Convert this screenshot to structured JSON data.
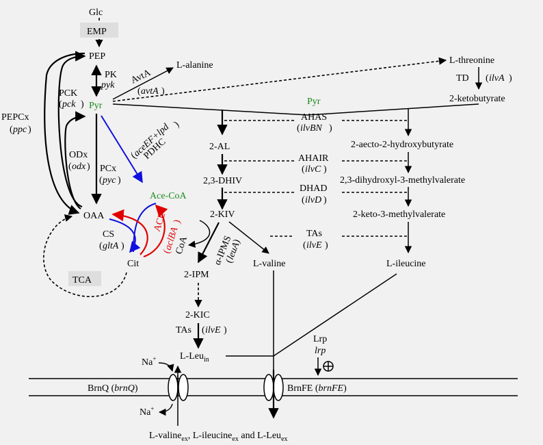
{
  "metabolites": {
    "glc": "Glc",
    "emp": "EMP",
    "pep": "PEP",
    "pyr": "Pyr",
    "pyr_top": "Pyr",
    "l_alanine": "L-alanine",
    "l_threonine": "L-threonine",
    "ketobutyrate": "2-ketobutyrate",
    "al": "2-AL",
    "aecto": "2-aecto-2-hydroxybutyrate",
    "dhiv": "2,3-DHIV",
    "dihydroxy": "2,3-dihydroxyl-3-methylvalerate",
    "kiv": "2-KIV",
    "keto3": "2-keto-3-methylvalerate",
    "oaa": "OAA",
    "acecoa": "Ace-CoA",
    "cit": "Cit",
    "tca": "TCA",
    "coa": "CoA",
    "ipm": "2-IPM",
    "kic": "2-KIC",
    "l_valine": "L-valine",
    "l_ileucine": "L-ileucine",
    "leu_in": "L-Leu",
    "leu_in_sub": "in",
    "na_top": "Na",
    "na_bottom": "Na",
    "na_sup": "+",
    "ex_valine": "L-valine",
    "ex_ileucine": ", L-ileucine",
    "ex_leu": " and L-Leu",
    "ex_sub": "ex"
  },
  "enzymes": {
    "pepcx": "PEPCx",
    "ppc": "ppc",
    "pck_label": "PCK",
    "pck": "pck",
    "pk": "PK",
    "pyk": "pyk",
    "avta_label": "AvtA",
    "avta": "avtA",
    "td": "TD",
    "ilva": "ilvA",
    "odx_label": "ODx",
    "odx": "odx",
    "pcx_label": "PCx",
    "pyc": "pyc",
    "pdhc": "PDHC",
    "pdhc_genes": "aceEF+lpd",
    "ahas": "AHAS",
    "ilvbn": "ilvBN",
    "ahair": "AHAIR",
    "ilvc": "ilvC",
    "dhad": "DHAD",
    "ilvd": "ilvD",
    "tas": "TAs",
    "ilve": "ilvE",
    "cs": "CS",
    "glta": "gltA",
    "acl": "ACL",
    "aclba": "aclBA",
    "aipms": "α-IPMS",
    "leua": "leuA",
    "tas2": "TAs",
    "ilve2": "ilvE",
    "lrp_label": "Lrp",
    "lrp": "lrp"
  },
  "transporters": {
    "brnq_label": "BrnQ",
    "brnq": "brnQ",
    "brnfe_label": "BrnFE",
    "brnfe": "brnFE"
  },
  "colors": {
    "green": "#1a8a1a",
    "blue": "#1010e0",
    "red": "#e00000"
  }
}
